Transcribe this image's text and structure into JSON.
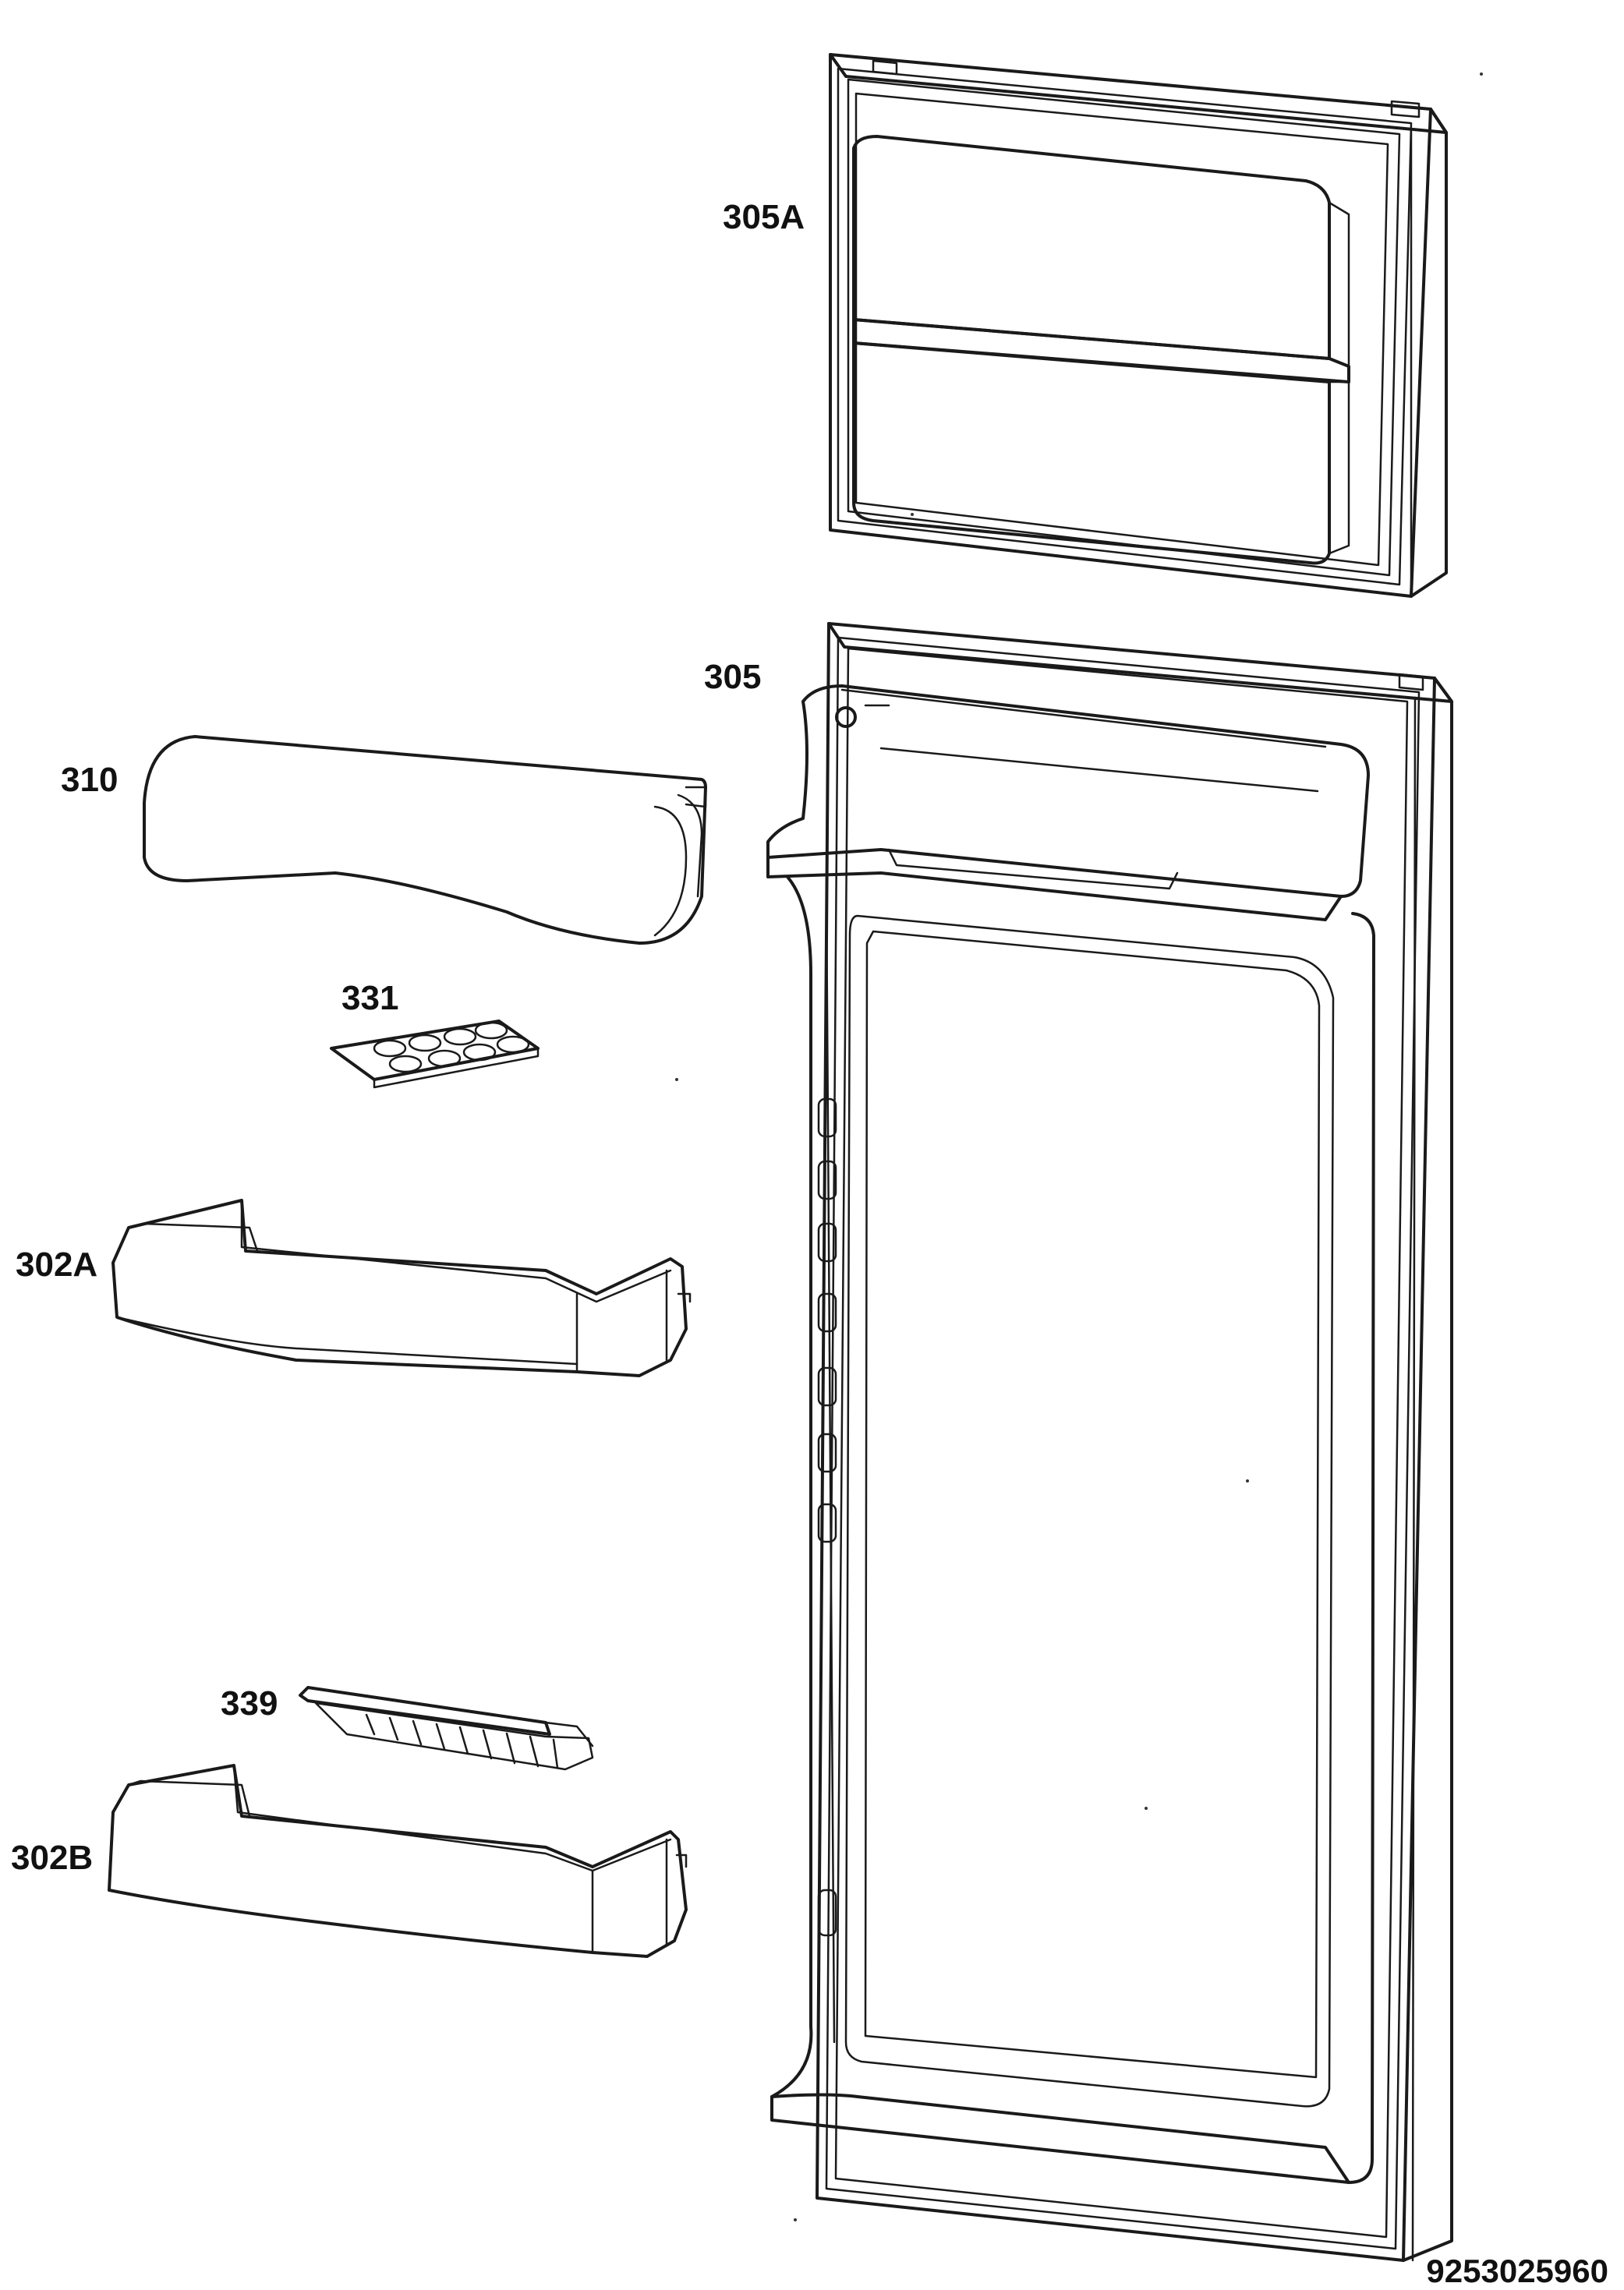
{
  "labels": {
    "freezer_door": "305A",
    "fridge_door": "305",
    "butter_compartment": "310",
    "egg_tray": "331",
    "upper_door_shelf": "302A",
    "bottle_retainer": "339",
    "lower_door_shelf": "302B"
  },
  "document_number": "9253025960",
  "colors": {
    "line": "#1a1a1a",
    "background": "#ffffff"
  }
}
